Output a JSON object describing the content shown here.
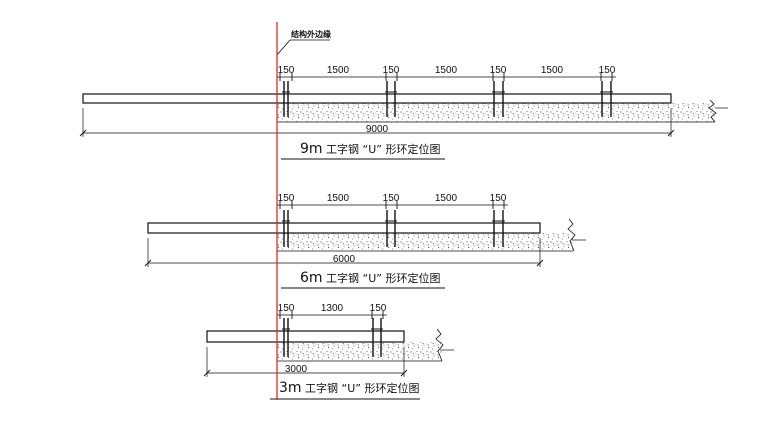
{
  "boundary_label": "结构外边缘",
  "colors": {
    "line": "#111111",
    "boundary": "#d81e1e",
    "concrete": "#555555"
  },
  "drawings": [
    {
      "id": "9m",
      "caption_prefix": "9m",
      "caption_rest": " 工字钢 “U” 形环定位图",
      "total_length": "9000",
      "spacings": [
        "150",
        "1500",
        "150",
        "1500",
        "150",
        "1500",
        "150"
      ]
    },
    {
      "id": "6m",
      "caption_prefix": "6m",
      "caption_rest": " 工字钢 “U” 形环定位图",
      "total_length": "6000",
      "spacings": [
        "150",
        "1500",
        "150",
        "1500",
        "150"
      ]
    },
    {
      "id": "3m",
      "caption_prefix": "3m",
      "caption_rest": " 工字钢 “U” 形环定位图",
      "total_length": "3000",
      "spacings": [
        "150",
        "1300",
        "150"
      ]
    }
  ]
}
